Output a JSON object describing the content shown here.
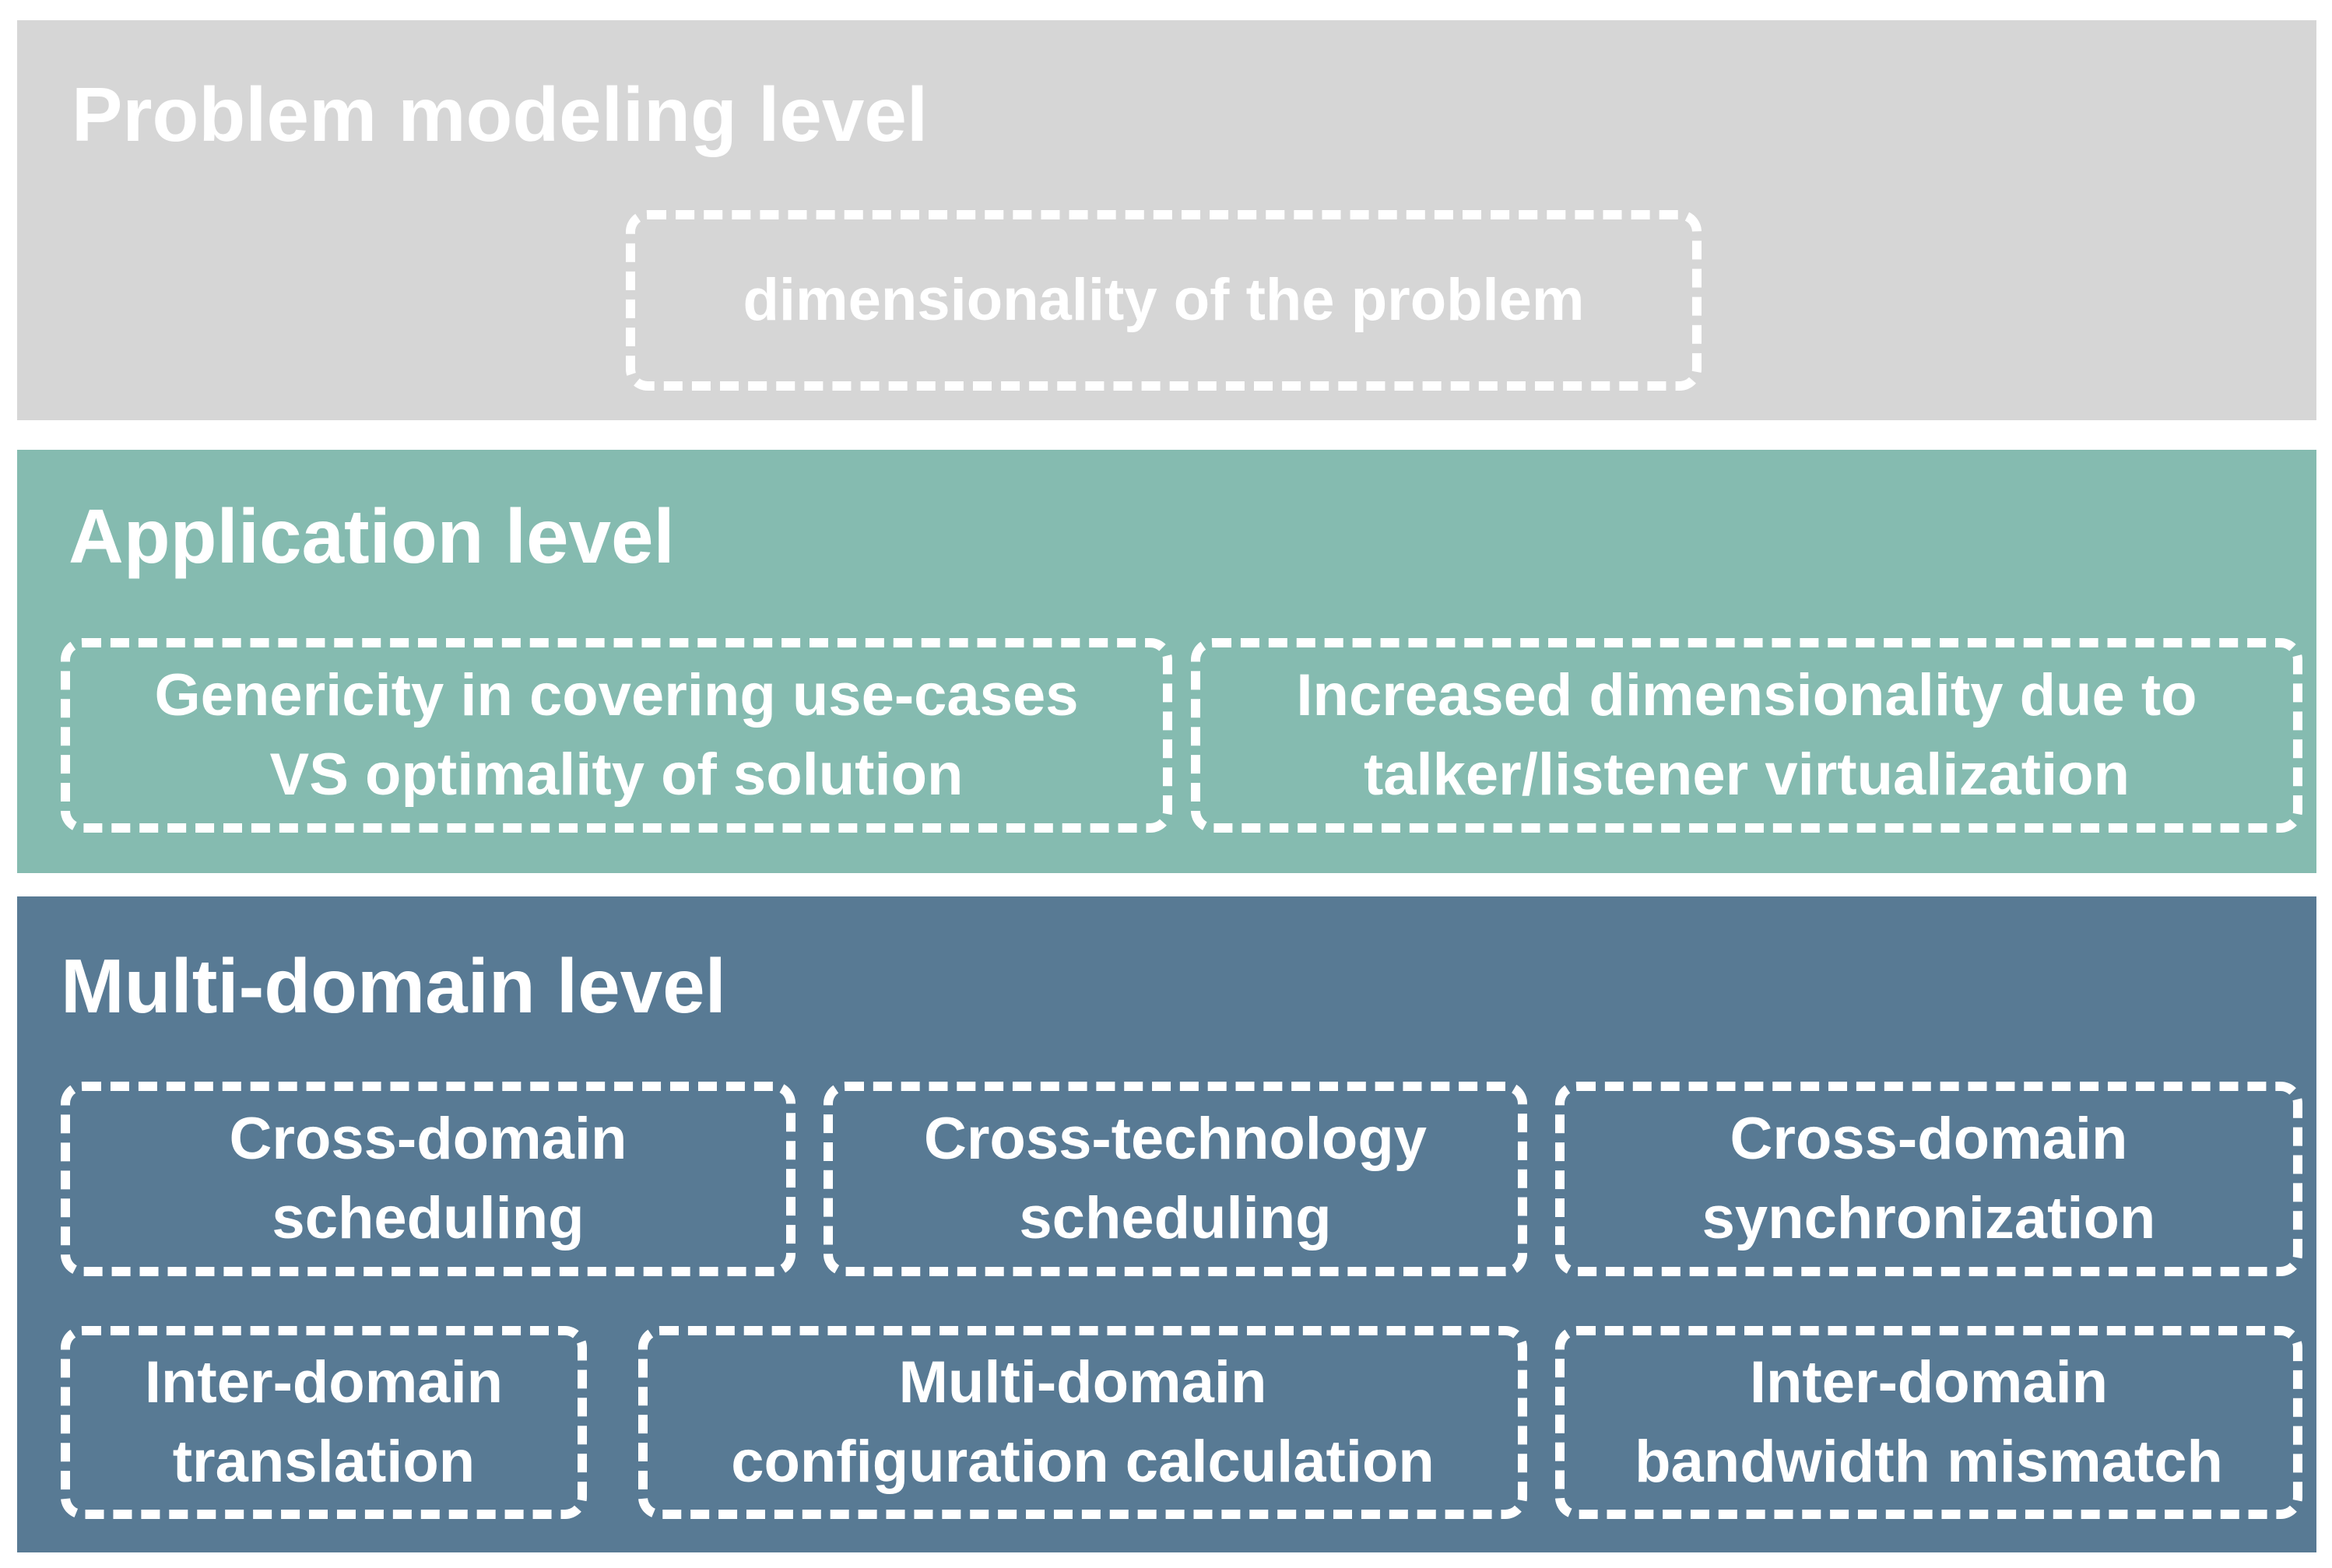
{
  "colors": {
    "problem_band": "#d6d6d6",
    "application_band": "#85bbb0",
    "multidomain_band": "#587a94",
    "text": "#ffffff"
  },
  "problem_level": {
    "title": "Problem modeling level",
    "boxes": [
      {
        "lines": [
          "dimensionality of the problem"
        ]
      }
    ]
  },
  "application_level": {
    "title": "Application level",
    "boxes": [
      {
        "lines": [
          "Genericity in covering use-cases",
          "VS optimality of solution"
        ]
      },
      {
        "lines": [
          "Increased dimensionality due to",
          "talker/listener virtualization"
        ]
      }
    ]
  },
  "multidomain_level": {
    "title": "Multi-domain level",
    "boxes": [
      {
        "lines": [
          "Cross-domain",
          "scheduling"
        ]
      },
      {
        "lines": [
          "Cross-technology",
          "scheduling"
        ]
      },
      {
        "lines": [
          "Cross-domain",
          "synchronization"
        ]
      },
      {
        "lines": [
          "Inter-domain",
          "translation"
        ]
      },
      {
        "lines": [
          "Multi-domain",
          "configuration calculation"
        ]
      },
      {
        "lines": [
          "Inter-domain",
          "bandwidth mismatch"
        ]
      }
    ]
  }
}
